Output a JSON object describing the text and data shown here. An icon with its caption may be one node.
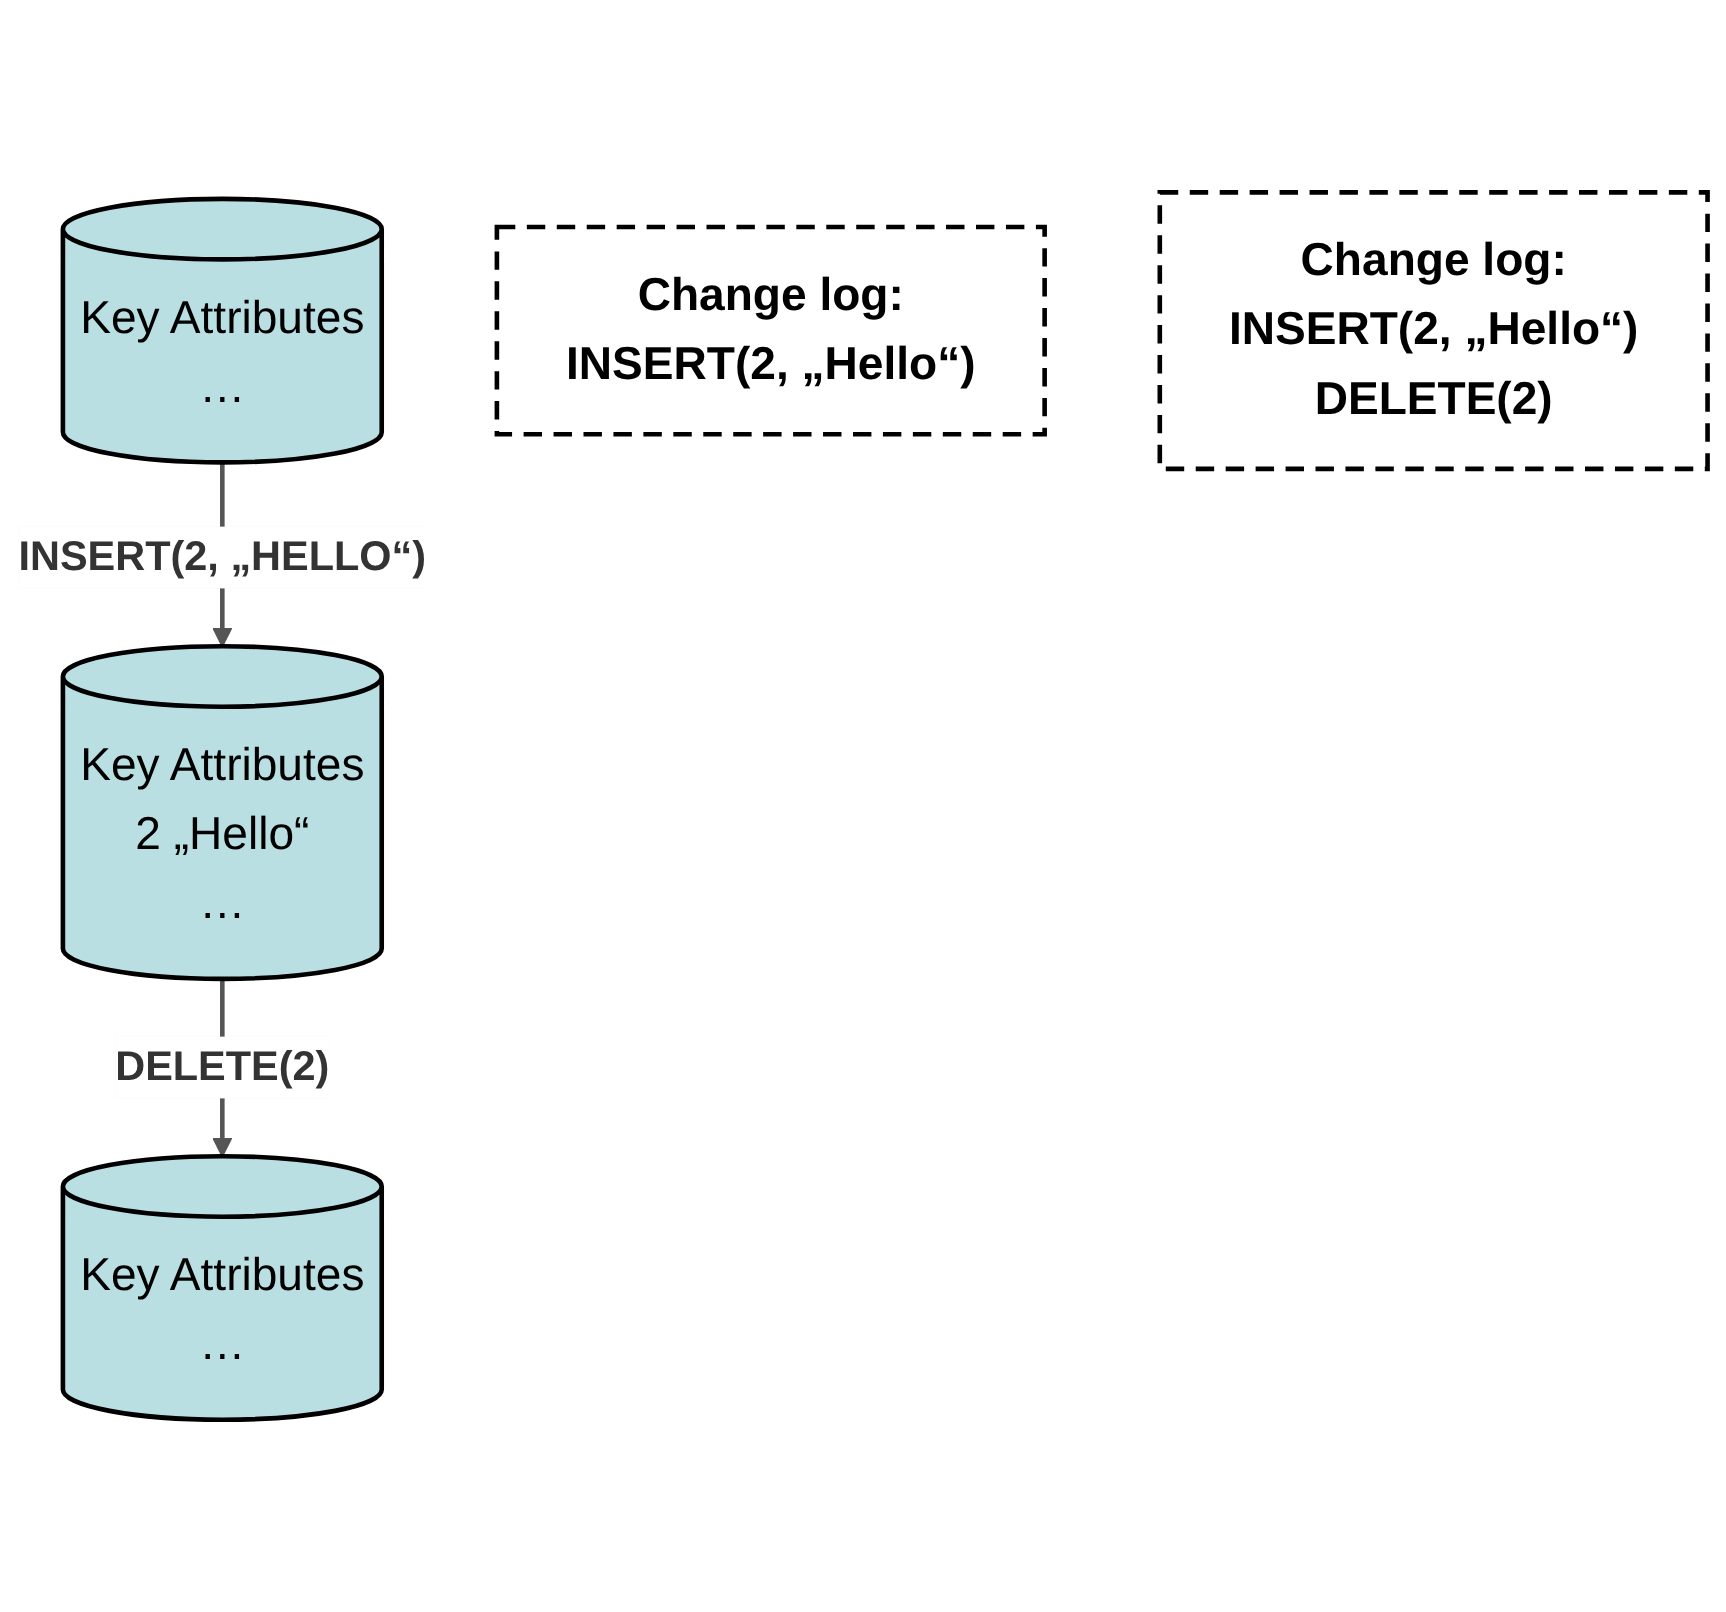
{
  "diagram": {
    "nodes": [
      {
        "text": [
          "Key Attributes",
          "…"
        ]
      },
      {
        "text": [
          "Key Attributes",
          "2 „Hello“",
          "…"
        ]
      },
      {
        "text": [
          "Key Attributes",
          "…"
        ]
      },
      {
        "text": [
          "Change log:",
          "INSERT(2, „Hello“)"
        ]
      },
      {
        "text": [
          "Change log:",
          "INSERT(2, „Hello“)",
          "DELETE(2)"
        ]
      }
    ],
    "edges": [
      {
        "from": 0,
        "to": 1,
        "arrow": "to",
        "label": "INSERT(2, „HELLO“)"
      },
      {
        "from": 1,
        "to": 2,
        "arrow": "to",
        "label": "DELETE(2)"
      }
    ]
  }
}
